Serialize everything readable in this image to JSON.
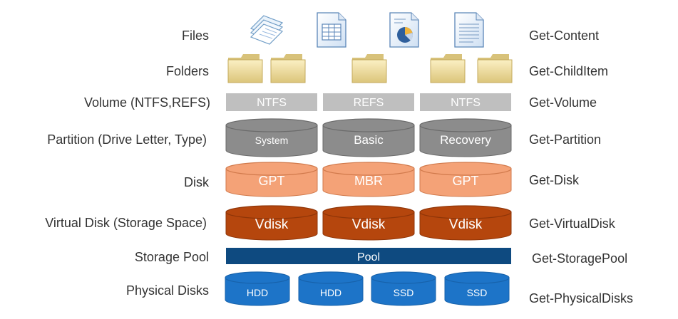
{
  "layers": [
    {
      "label": "Files",
      "cmdlet": "Get-Content"
    },
    {
      "label": "Folders",
      "cmdlet": "Get-ChildItem"
    },
    {
      "label": "Volume (NTFS,REFS)",
      "cmdlet": "Get-Volume"
    },
    {
      "label": "Partition (Drive Letter, Type)",
      "cmdlet": "Get-Partition"
    },
    {
      "label": "Disk",
      "cmdlet": "Get-Disk"
    },
    {
      "label": "Virtual Disk (Storage Space)",
      "cmdlet": "Get-VirtualDisk"
    },
    {
      "label": "Storage Pool",
      "cmdlet": "Get-StoragePool"
    },
    {
      "label": "Physical Disks",
      "cmdlet": "Get-PhysicalDisks"
    }
  ],
  "files": [
    "stacked-documents-icon",
    "spreadsheet-document-icon",
    "pie-chart-document-icon",
    "text-document-icon"
  ],
  "folders": [
    "folder-icon",
    "folder-icon",
    "folder-icon",
    "folder-icon",
    "folder-icon"
  ],
  "volumes": [
    "NTFS",
    "REFS",
    "NTFS"
  ],
  "partitions": [
    "System",
    "Basic",
    "Recovery"
  ],
  "disks": [
    "GPT",
    "MBR",
    "GPT"
  ],
  "virtual_disks": [
    "Vdisk",
    "Vdisk",
    "Vdisk"
  ],
  "pool": "Pool",
  "physical_disks": [
    "HDD",
    "HDD",
    "SSD",
    "SSD"
  ],
  "colors": {
    "volume": "#bfbfbf",
    "partition": "#8c8c8c",
    "disk": "#f4a277",
    "virtual_disk": "#b5460d",
    "pool": "#0e4a80",
    "physical_disk": "#1d74c8",
    "folder": "#f0dc98",
    "text": "#333333"
  }
}
